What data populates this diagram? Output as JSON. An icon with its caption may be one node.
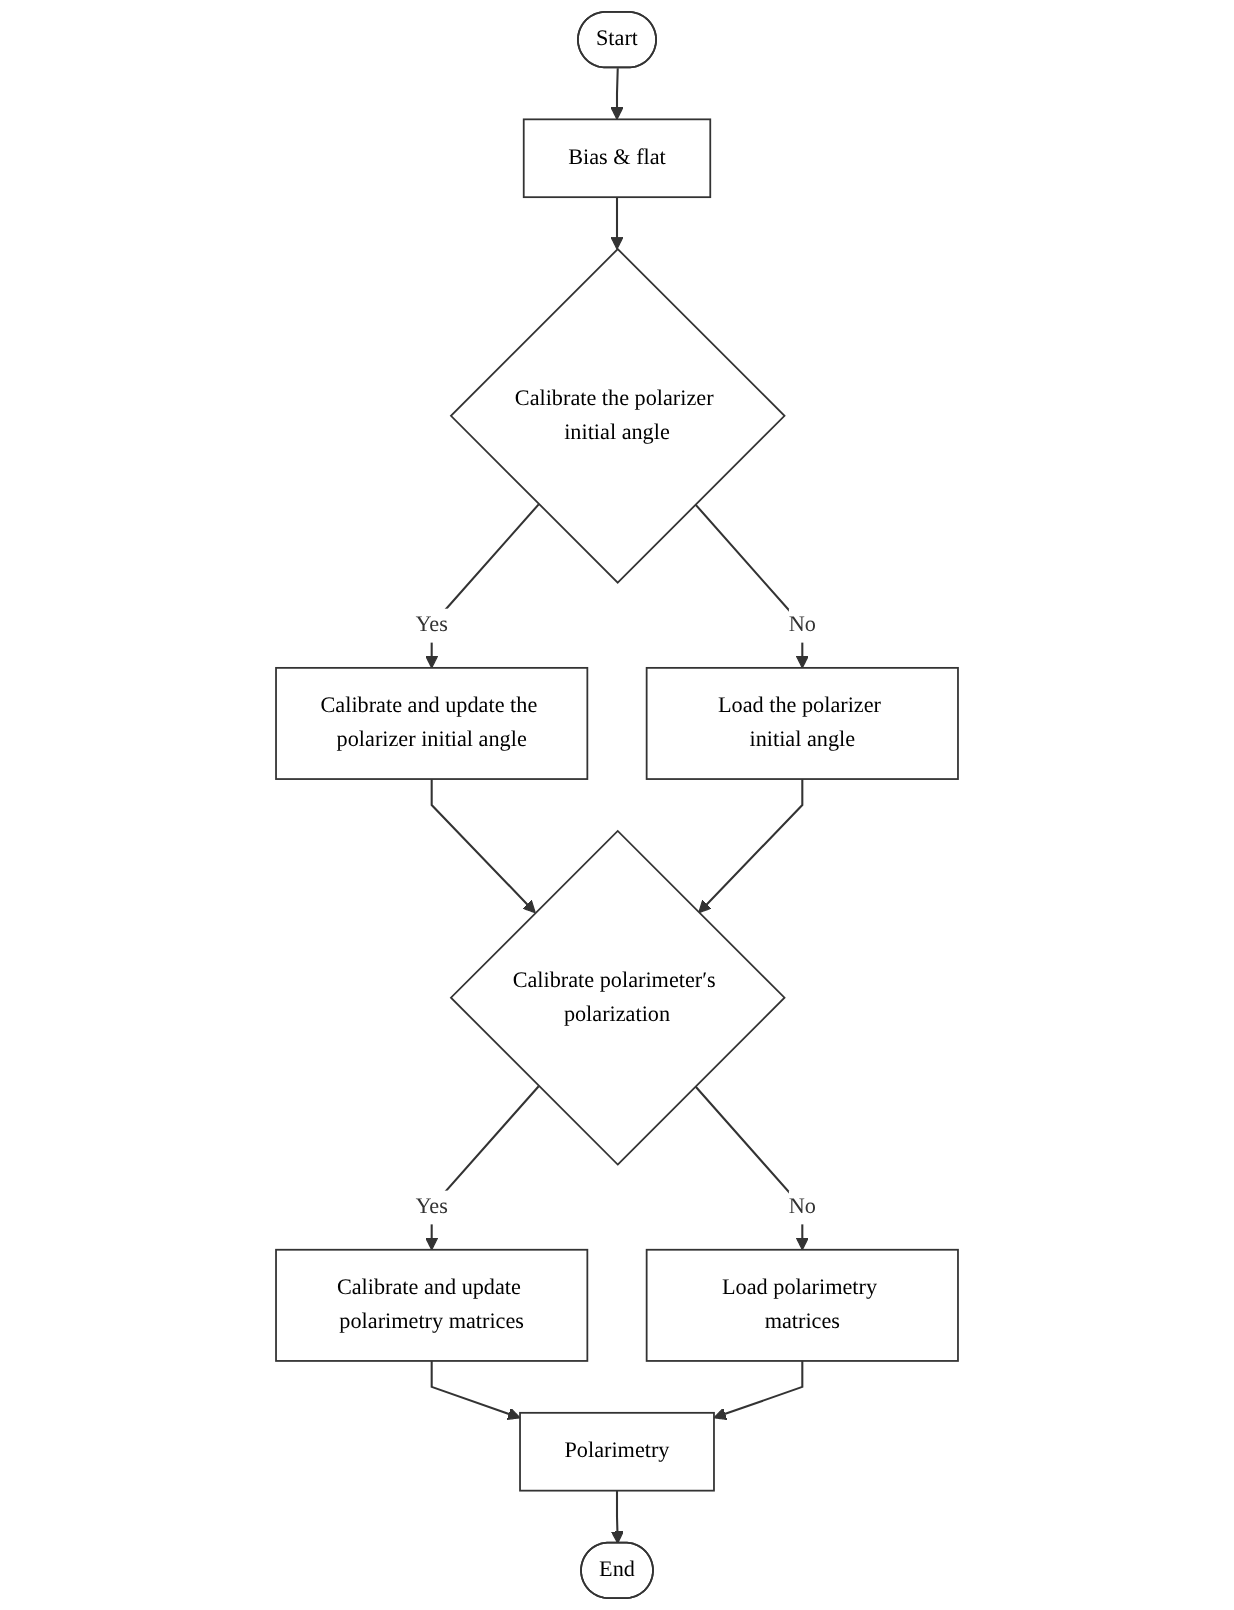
{
  "diagram": {
    "nodes": [
      {
        "text": [
          "Start"
        ]
      },
      {
        "text": [
          "Bias & flat"
        ]
      },
      {
        "text": [
          "Calibrate the polarizer initial angle"
        ]
      },
      {
        "text": [
          "Load the polarizer initial angle"
        ]
      },
      {
        "text": [
          "Calibrate and update the polarizer initial angle"
        ]
      },
      {
        "text": [
          "Calibrate polarimeter′s polarization"
        ]
      },
      {
        "text": [
          "Load polarimetry matrices"
        ]
      },
      {
        "text": [
          "Calibrate and update polarimetry matrices"
        ]
      },
      {
        "text": [
          "Polarimetry"
        ]
      },
      {
        "text": [
          "End"
        ]
      }
    ],
    "edges": [
      {
        "from": 0,
        "to": 1,
        "arrow": "to"
      },
      {
        "from": 1,
        "to": 2,
        "arrow": "to"
      },
      {
        "from": 2,
        "to": 3,
        "arrow": "to",
        "label": "No"
      },
      {
        "from": 2,
        "to": 4,
        "arrow": "to",
        "label": "Yes"
      },
      {
        "from": 4,
        "to": 5,
        "arrow": "to"
      },
      {
        "from": 3,
        "to": 5,
        "arrow": "to"
      },
      {
        "from": 5,
        "to": 6,
        "arrow": "to",
        "label": "No"
      },
      {
        "from": 5,
        "to": 7,
        "arrow": "to",
        "label": "Yes"
      },
      {
        "from": 7,
        "to": 8,
        "arrow": "to"
      },
      {
        "from": 6,
        "to": 8,
        "arrow": "to"
      },
      {
        "from": 8,
        "to": 9,
        "arrow": "to"
      }
    ]
  }
}
